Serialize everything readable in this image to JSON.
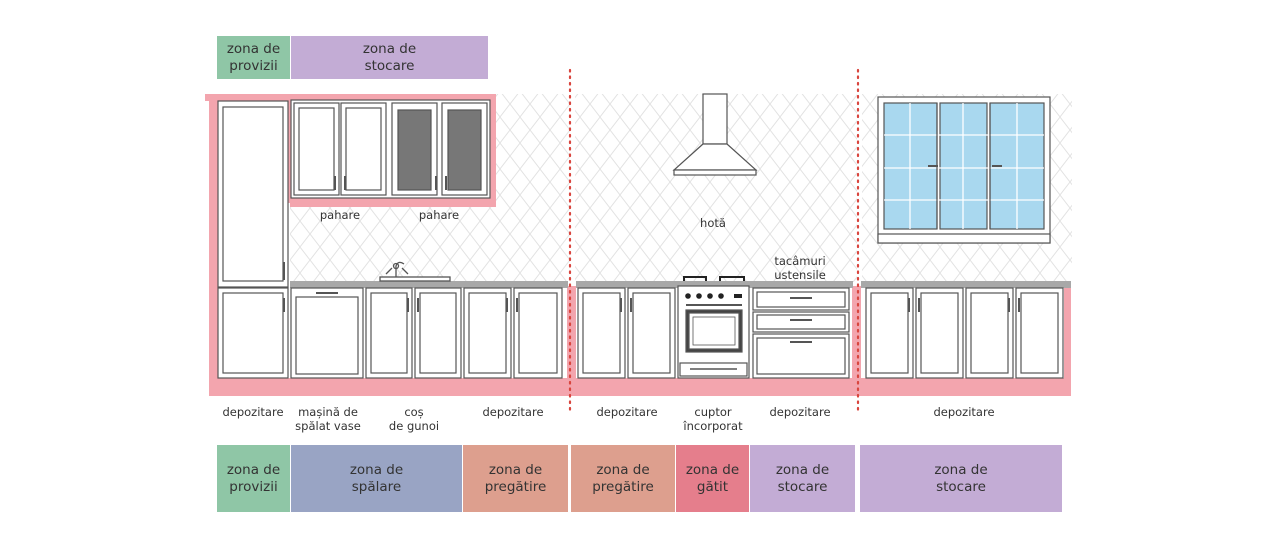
{
  "colors": {
    "provizii": "#8fc6a6",
    "stocare": "#c3acd5",
    "spalare": "#99a4c4",
    "pregatire": "#dd9f8e",
    "gatit": "#e57e8c",
    "highlight": "#f3a5ae",
    "divider": "#d9453e",
    "glass": "#a9d8ef"
  },
  "zones_top": [
    {
      "label": "zona de\nprovizii",
      "color": "provizii"
    },
    {
      "label": "zona de\nstocare",
      "color": "stocare"
    }
  ],
  "zones_bottom": [
    {
      "label": "zona de\nprovizii",
      "color": "provizii"
    },
    {
      "label": "zona de\nspălare",
      "color": "spalare"
    },
    {
      "label": "zona de\npregătire",
      "color": "pregatire"
    },
    {
      "label": "zona de\npregătire",
      "color": "pregatire"
    },
    {
      "label": "zona de\ngătit",
      "color": "gatit"
    },
    {
      "label": "zona de\nstocare",
      "color": "stocare"
    },
    {
      "label": "zona de\nstocare",
      "color": "stocare"
    }
  ],
  "labels_upper": {
    "pahare_1": "pahare",
    "pahare_2": "pahare",
    "hota": "hotă",
    "tacamuri": "tacâmuri\nustensile"
  },
  "labels_bottom": [
    "depozitare",
    "mașină de\nspălat vase",
    "coș\nde gunoi",
    "depozitare",
    "depozitare",
    "cuptor\nîncorporat",
    "depozitare",
    "depozitare"
  ]
}
